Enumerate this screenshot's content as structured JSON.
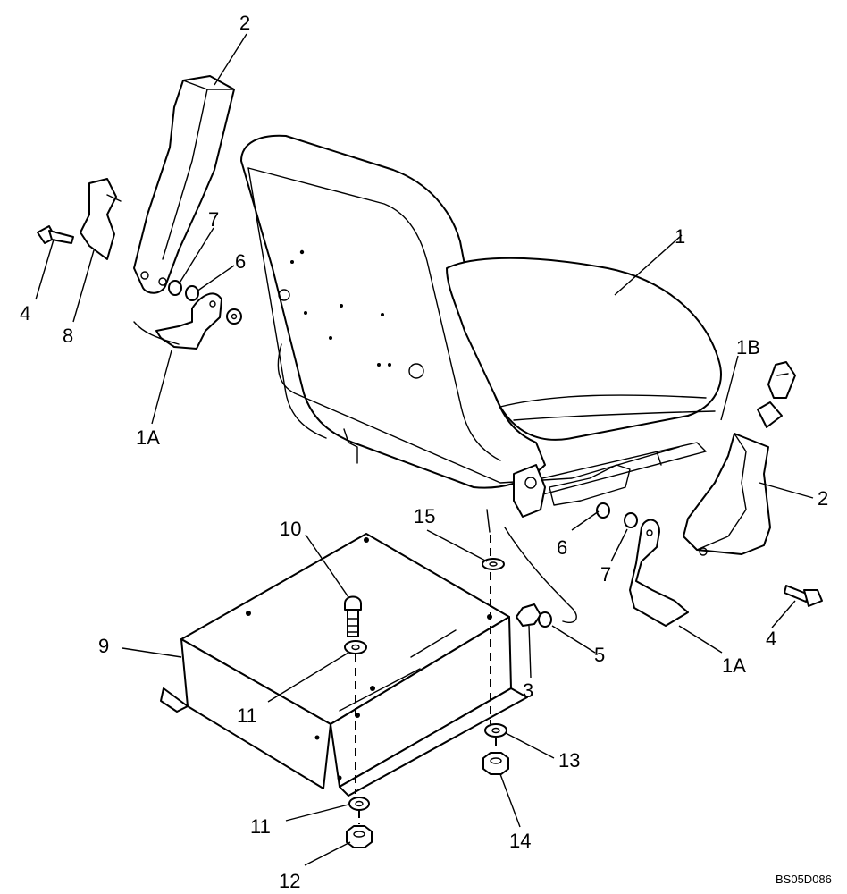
{
  "drawing_code": "BS05D086",
  "callouts": {
    "seat": "1",
    "anchor_left": "1A",
    "anchor_right": "1A",
    "seat_belt_right": "1B",
    "retractor_left": "2",
    "retractor_right": "2",
    "nut_3": "3",
    "bolt_left": "4",
    "bolt_right": "4",
    "washer_5": "5",
    "washer_6_left": "6",
    "washer_6_right": "6",
    "spacer_7_left": "7",
    "spacer_7_right": "7",
    "bracket_8": "8",
    "seat_base": "9",
    "bolt_10": "10",
    "washer_11_top": "11",
    "washer_11_bottom": "11",
    "nut_12": "12",
    "washer_13": "13",
    "nut_14": "14",
    "washer_15": "15"
  }
}
